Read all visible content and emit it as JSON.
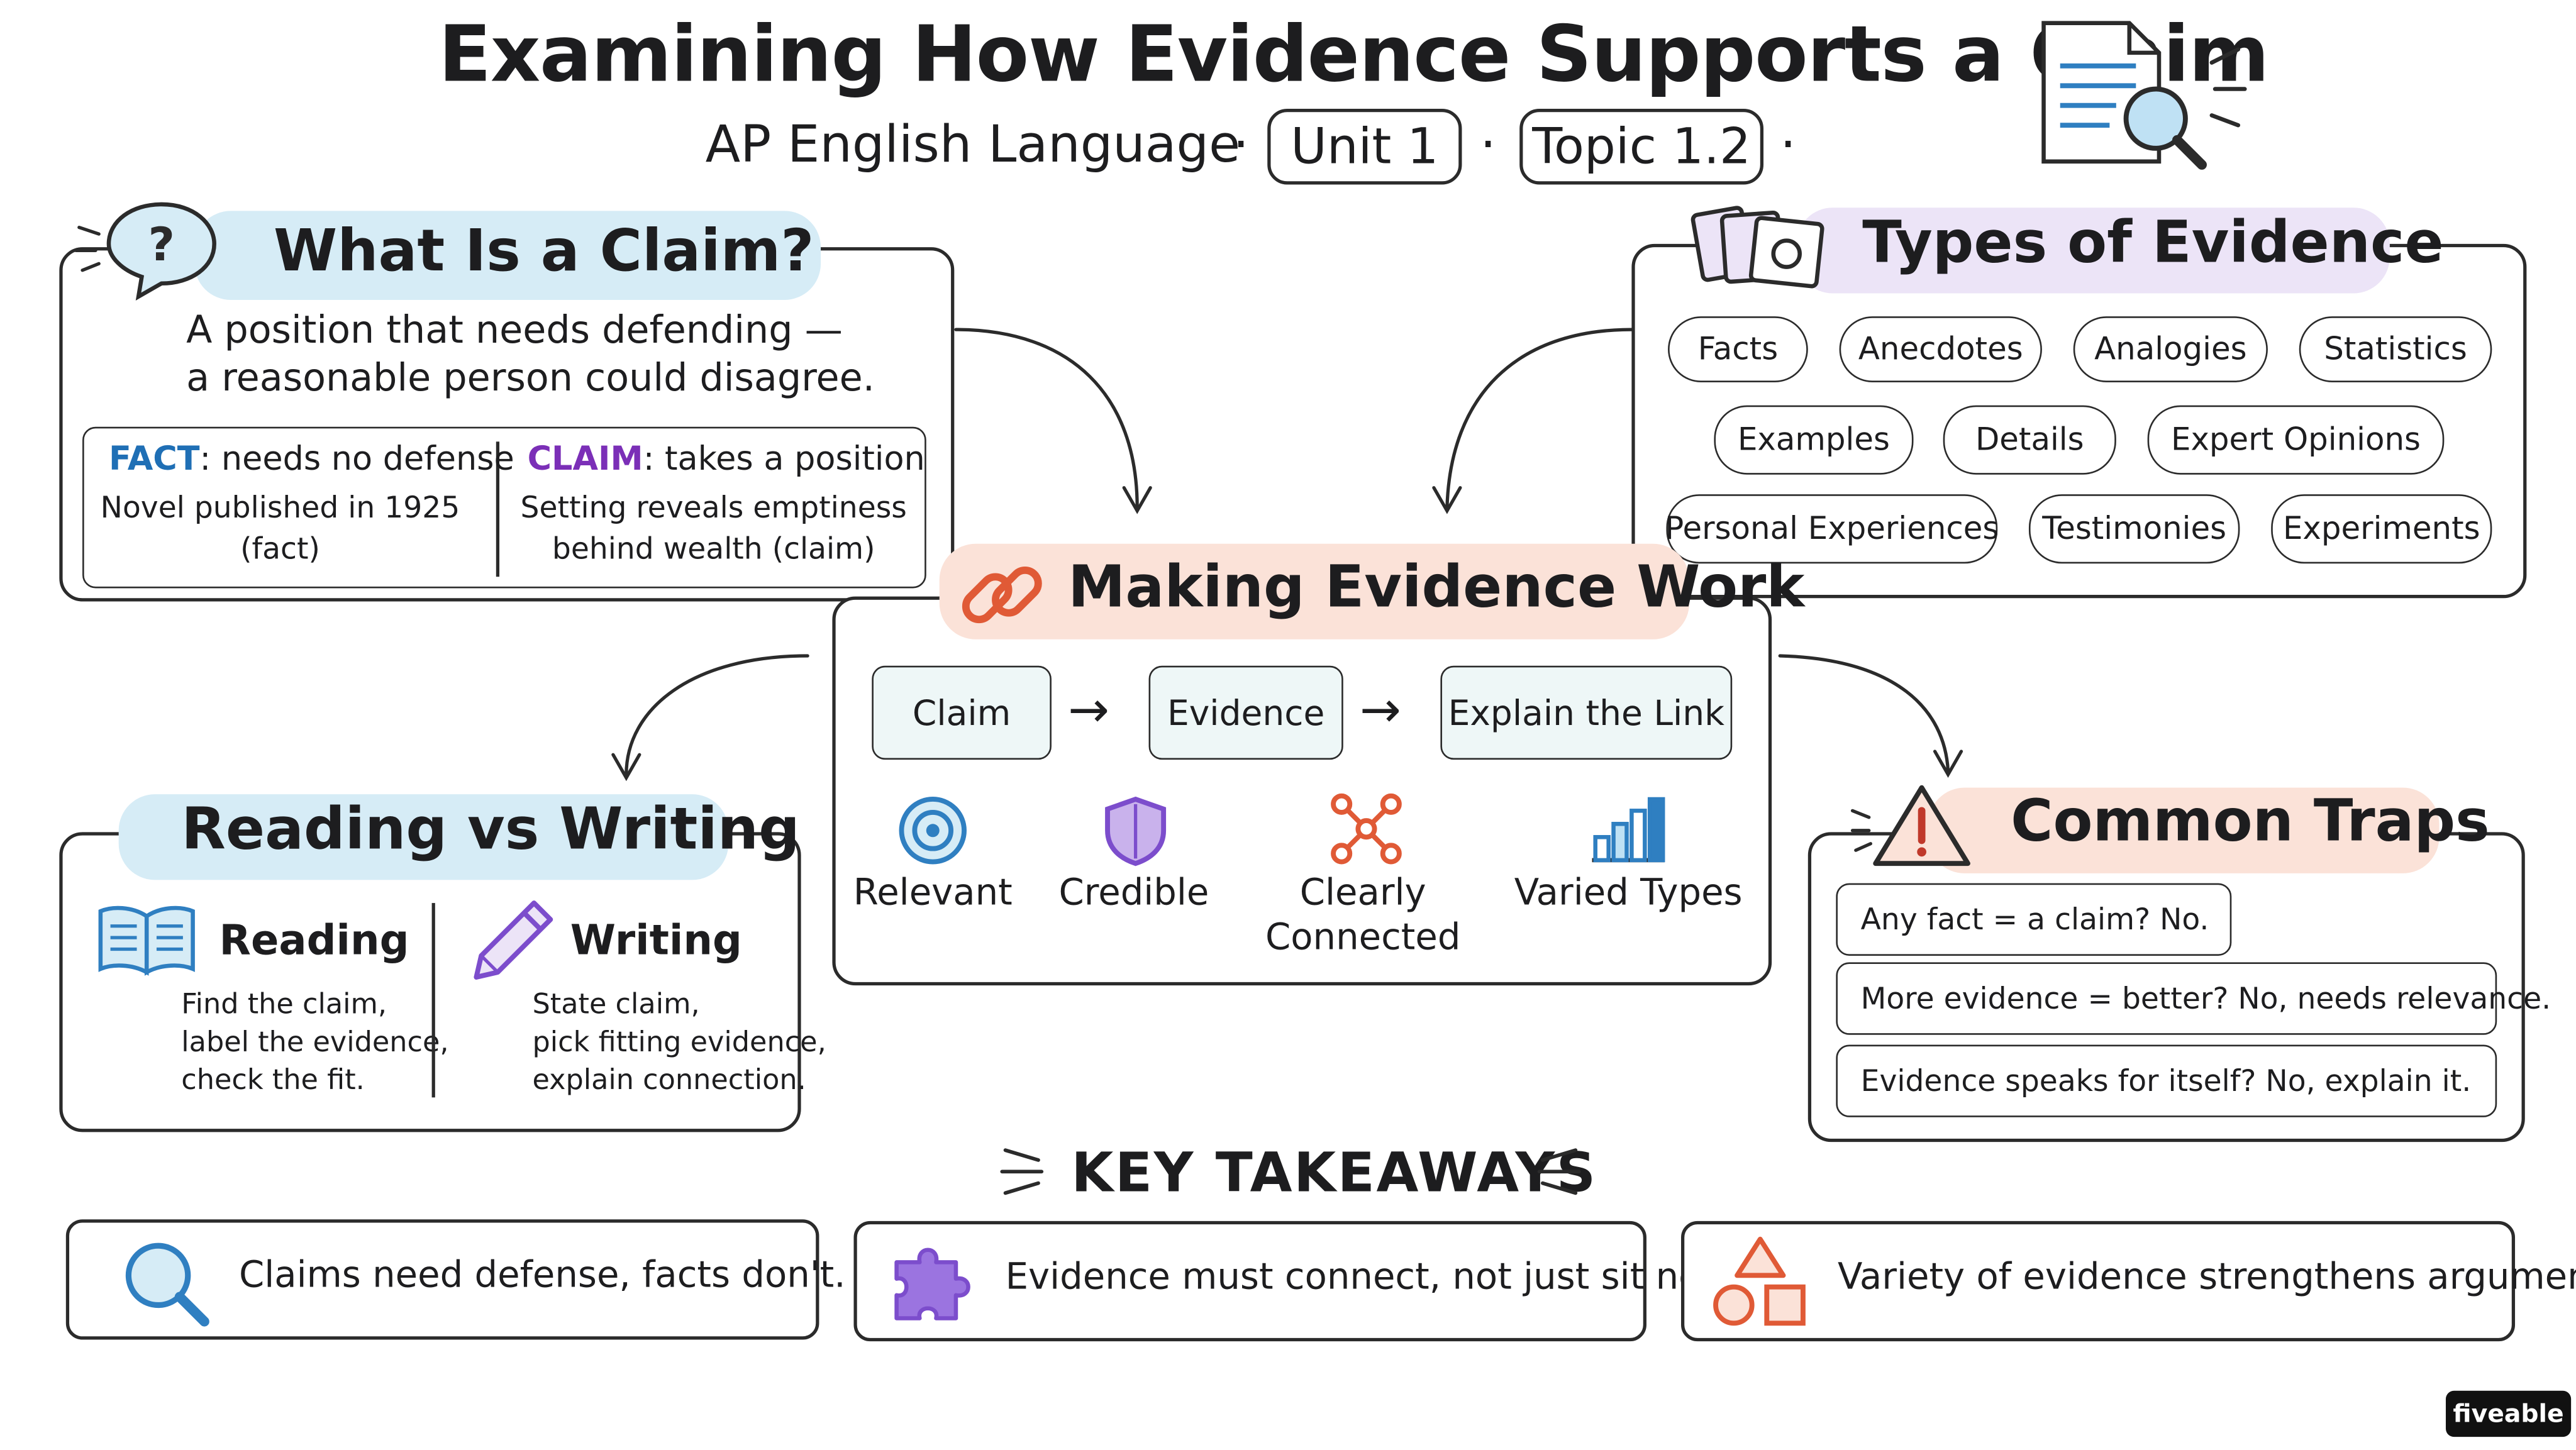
{
  "header": {
    "title": "Examining How Evidence Supports a Claim",
    "subtitle_course": "AP English Language",
    "unit": "Unit 1",
    "topic": "Topic 1.2",
    "sep": "·"
  },
  "claim_panel": {
    "title": "What Is a Claim?",
    "line1": "A position that needs defending —",
    "line2": "a reasonable person could disagree.",
    "fact_term": "FACT",
    "fact_def": ": needs no defense",
    "fact_ex1": "Novel published in 1925",
    "fact_ex2": "(fact)",
    "claim_term": "CLAIM",
    "claim_def": ": takes a position",
    "claim_ex1": "Setting reveals emptiness",
    "claim_ex2": "behind wealth (claim)"
  },
  "evidence_types": {
    "title": "Types of Evidence",
    "items": [
      "Facts",
      "Anecdotes",
      "Analogies",
      "Statistics",
      "Examples",
      "Details",
      "Expert Opinions",
      "Personal Experiences",
      "Testimonies",
      "Experiments"
    ]
  },
  "making_work": {
    "title": "Making Evidence Work",
    "flow": [
      "Claim",
      "Evidence",
      "Explain the Link"
    ],
    "arrow": "→",
    "qualities": [
      {
        "label": "Relevant",
        "icon": "target-icon"
      },
      {
        "label": "Credible",
        "icon": "shield-icon"
      },
      {
        "label": "Clearly Connected",
        "line1": "Clearly",
        "line2": "Connected",
        "icon": "network-icon"
      },
      {
        "label": "Varied Types",
        "icon": "bar-chart-icon"
      }
    ]
  },
  "reading_writing": {
    "title": "Reading vs Writing",
    "reading_title": "Reading",
    "reading_lines": [
      "Find the claim,",
      "label the evidence,",
      "check the fit."
    ],
    "writing_title": "Writing",
    "writing_lines": [
      "State claim,",
      "pick fitting evidence,",
      "explain connection."
    ]
  },
  "traps": {
    "title": "Common Traps",
    "items": [
      "Any fact = a claim? No.",
      "More evidence = better? No, needs relevance.",
      "Evidence speaks for itself? No, explain it."
    ]
  },
  "takeaways": {
    "title": "KEY TAKEAWAYS",
    "items": [
      "Claims need defense, facts don't.",
      "Evidence must connect, not just sit near.",
      "Variety of evidence strengthens argument."
    ]
  },
  "brand": "fiveable",
  "colors": {
    "blue_highlight": "#d6ecf6",
    "purple_highlight": "#ece4f7",
    "salmon_highlight": "#fbe2d8",
    "fact_blue": "#1f6fb5",
    "claim_purple": "#7b2fb7",
    "accent_orange": "#e05a36",
    "accent_purple": "#7c4dcc",
    "accent_blue": "#2f7fc1"
  }
}
